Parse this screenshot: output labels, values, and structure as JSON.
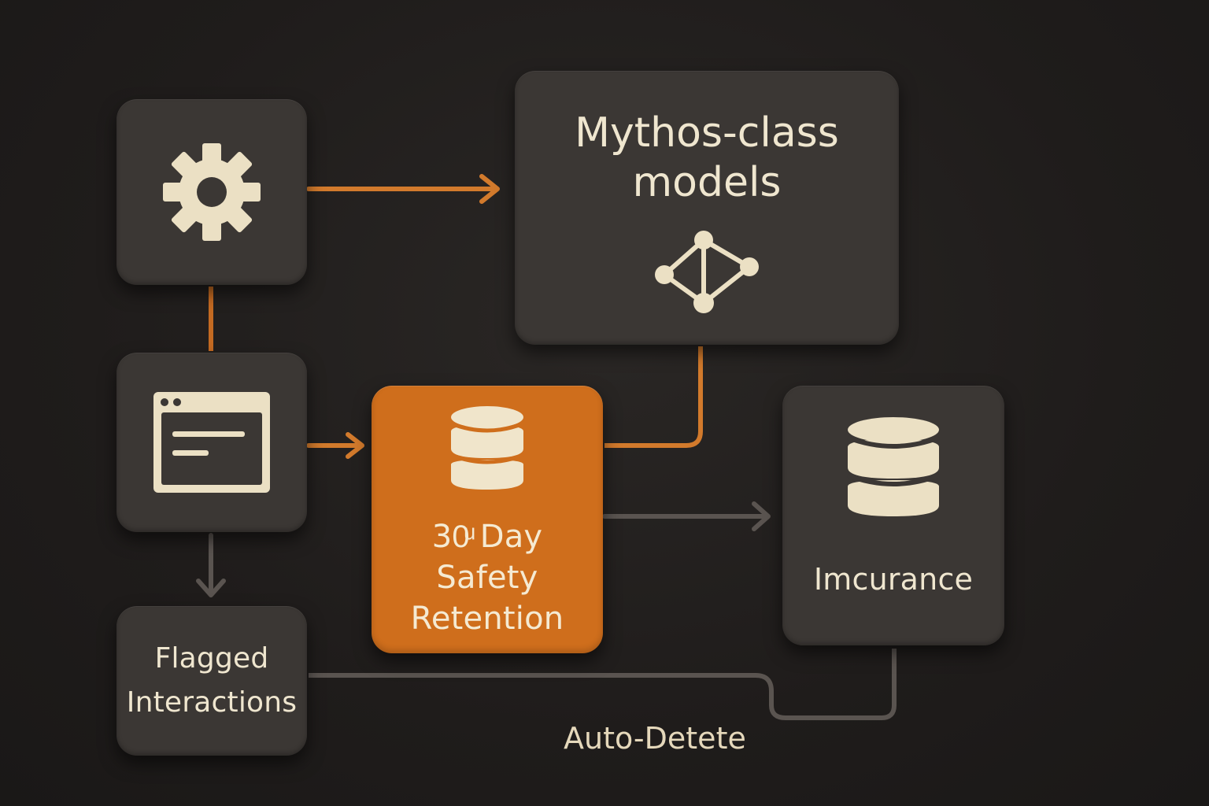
{
  "colors": {
    "background": "#211e1c",
    "node": "#3b3734",
    "accent": "#cf6e1c",
    "text": "#efe6cf",
    "connector_orange": "#d27a2c",
    "connector_gray": "#5a5450"
  },
  "nodes": {
    "settings": {
      "icon": "gear-icon"
    },
    "models": {
      "title_line1": "Mythos-class",
      "title_line2": "models",
      "icon": "network-graph-icon"
    },
    "interface": {
      "icon": "browser-window-icon"
    },
    "retention": {
      "icon": "database-icon",
      "line1": "30ͧ Day",
      "line2": "Safety",
      "line3": "Retention"
    },
    "storage": {
      "icon": "database-icon",
      "label": "Imcurance"
    },
    "flagged": {
      "line1": "Flagged",
      "line2": "Interactions"
    }
  },
  "edges": {
    "auto_delete_label": "Auto-Detete"
  }
}
